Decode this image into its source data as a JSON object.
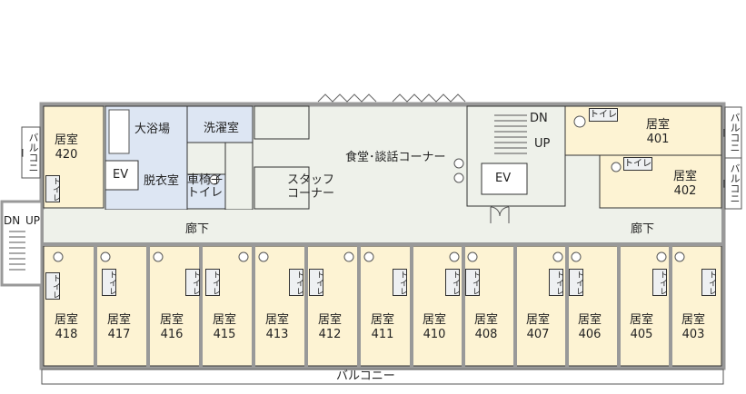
{
  "plan": {
    "corridor_label": "廊下",
    "balcony_label": "バルコニー",
    "balcony_vertical": "バルコニー",
    "stair_dn": "DN",
    "stair_up": "UP",
    "ev_label": "EV",
    "toilet_label": "トイレ",
    "bath_label": "大浴場",
    "laundry_label": "洗濯室",
    "dressing_label": "脱衣室",
    "wheelchair_toilet_line1": "車椅子",
    "wheelchair_toilet_line2": "トイレ",
    "staff_line1": "スタッフ",
    "staff_line2": "コーナー",
    "dining_label": "食堂･談話コーナー",
    "room_label": "居室",
    "rooms_top": {
      "r420": "420",
      "r401": "401",
      "r402": "402"
    },
    "rooms_bottom": [
      "418",
      "417",
      "416",
      "415",
      "413",
      "412",
      "411",
      "410",
      "408",
      "407",
      "406",
      "405",
      "403"
    ]
  },
  "colors": {
    "room_fill": "#fdf3d3",
    "common_fill": "#eef1ea",
    "bath_fill": "#dde6f3",
    "wall": "#999999",
    "outline": "#333333"
  }
}
